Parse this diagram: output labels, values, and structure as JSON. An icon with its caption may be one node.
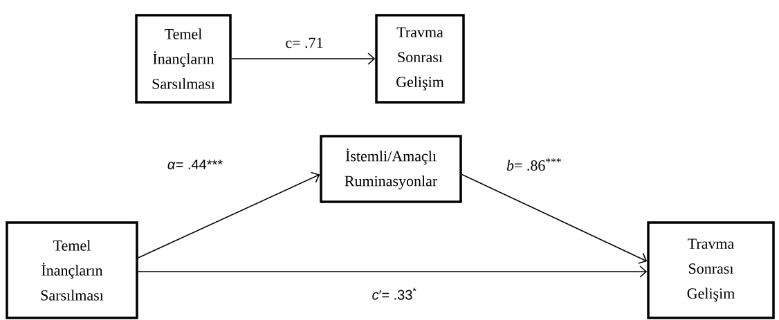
{
  "diagram": {
    "nodes": [
      {
        "text": [
          "Temel İnançların Sarsılması"
        ]
      },
      {
        "text": [
          "Travma Sonrası Gelişim"
        ]
      },
      {
        "text": [
          "İstemli/Amaçlı Ruminasyonlar"
        ]
      },
      {
        "text": [
          "Temel İnançların Sarsılması"
        ]
      },
      {
        "text": [
          "Travma Sonrası Gelişim"
        ]
      }
    ],
    "edges": [
      {
        "from": 0,
        "to": 1,
        "arrow": "to",
        "label": "c= .71"
      },
      {
        "from": 3,
        "to": 2,
        "arrow": "to",
        "label": "*α*= .44***"
      },
      {
        "from": 2,
        "to": 4,
        "arrow": "to",
        "label": "*b*= .86$^{***}$"
      },
      {
        "from": 3,
        "to": 4,
        "arrow": "to",
        "label": "*c*′= .33$^{*}$"
      }
    ]
  }
}
